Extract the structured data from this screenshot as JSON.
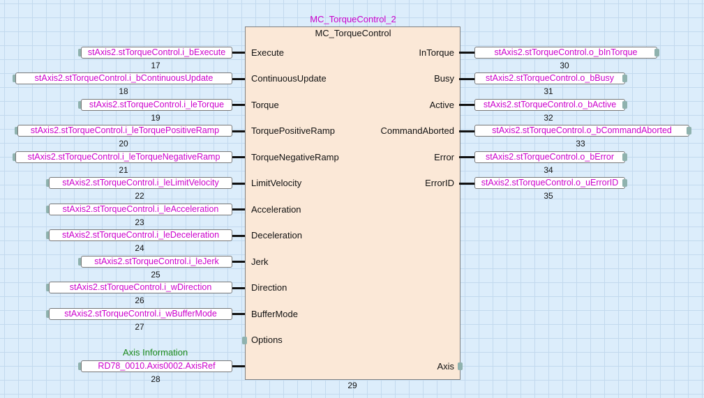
{
  "block": {
    "instance_name": "MC_TorqueControl_2",
    "type_name": "MC_TorqueControl",
    "block_number": "29"
  },
  "inputs": [
    {
      "pin": "Execute",
      "variable": "stAxis2.stTorqueControl.i_bExecute",
      "number": "17"
    },
    {
      "pin": "ContinuousUpdate",
      "variable": "stAxis2.stTorqueControl.i_bContinuousUpdate",
      "number": "18"
    },
    {
      "pin": "Torque",
      "variable": "stAxis2.stTorqueControl.i_leTorque",
      "number": "19"
    },
    {
      "pin": "TorquePositiveRamp",
      "variable": "stAxis2.stTorqueControl.i_leTorquePositiveRamp",
      "number": "20"
    },
    {
      "pin": "TorqueNegativeRamp",
      "variable": "stAxis2.stTorqueControl.i_leTorqueNegativeRamp",
      "number": "21"
    },
    {
      "pin": "LimitVelocity",
      "variable": "stAxis2.stTorqueControl.i_leLimitVelocity",
      "number": "22"
    },
    {
      "pin": "Acceleration",
      "variable": "stAxis2.stTorqueControl.i_leAcceleration",
      "number": "23"
    },
    {
      "pin": "Deceleration",
      "variable": "stAxis2.stTorqueControl.i_leDeceleration",
      "number": "24"
    },
    {
      "pin": "Jerk",
      "variable": "stAxis2.stTorqueControl.i_leJerk",
      "number": "25"
    },
    {
      "pin": "Direction",
      "variable": "stAxis2.stTorqueControl.i_wDirection",
      "number": "26"
    },
    {
      "pin": "BufferMode",
      "variable": "stAxis2.stTorqueControl.i_wBufferMode",
      "number": "27"
    },
    {
      "pin": "Options"
    },
    {
      "pin": "",
      "variable": "RD78_0010.Axis0002.AxisRef",
      "number": "28",
      "comment": "Axis Information"
    }
  ],
  "outputs": [
    {
      "pin": "InTorque",
      "variable": "stAxis2.stTorqueControl.o_bInTorque",
      "number": "30"
    },
    {
      "pin": "Busy",
      "variable": "stAxis2.stTorqueControl.o_bBusy",
      "number": "31"
    },
    {
      "pin": "Active",
      "variable": "stAxis2.stTorqueControl.o_bActive",
      "number": "32"
    },
    {
      "pin": "CommandAborted",
      "variable": "stAxis2.stTorqueControl.o_bCommandAborted",
      "number": "33"
    },
    {
      "pin": "Error",
      "variable": "stAxis2.stTorqueControl.o_bError",
      "number": "34"
    },
    {
      "pin": "ErrorID",
      "variable": "stAxis2.stTorqueControl.o_uErrorID",
      "number": "35"
    },
    {
      "pin": "Axis"
    }
  ],
  "colors": {
    "variable_text": "#cc00cc",
    "comment_text": "#1b8a1b",
    "block_fill": "#fbe8d7",
    "canvas": "#dcedfb"
  }
}
